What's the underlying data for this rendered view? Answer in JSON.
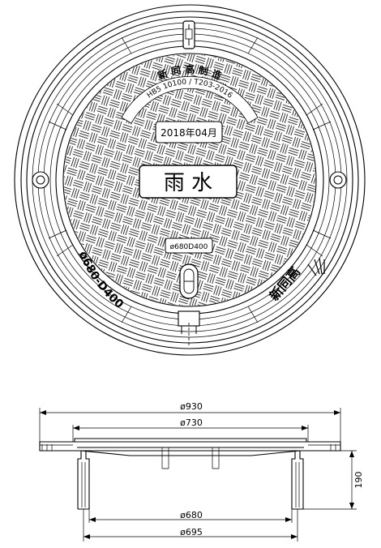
{
  "plan": {
    "date_plate": "2018年04月",
    "main_label": "雨  水",
    "size_plate": "ø680D400",
    "arc_maker_top": "新 同 高 制 造",
    "arc_standard": "HB5 10100 / T203-2016",
    "left_size_mark": "ø680-D400",
    "maker_mark_bottom_right": "新同高"
  },
  "section": {
    "dim_outer_top": "ø930",
    "dim_inner_top": "ø730",
    "dim_bottom_inner": "ø680",
    "dim_bottom_outer": "ø695",
    "dim_height": "190"
  }
}
